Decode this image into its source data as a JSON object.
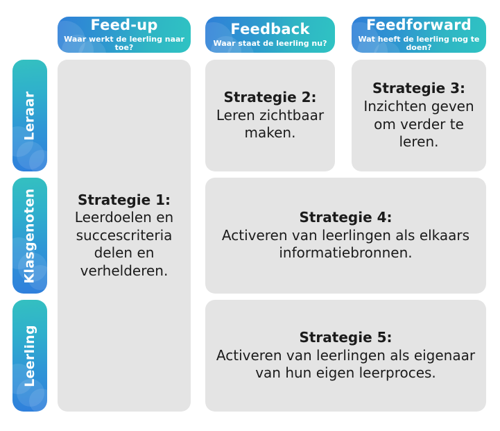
{
  "columns": [
    {
      "id": "feed-up",
      "title": "Feed-up",
      "subtitle": "Waar werkt de leerling naar toe?"
    },
    {
      "id": "feedback",
      "title": "Feedback",
      "subtitle": "Waar staat de leerling nu?"
    },
    {
      "id": "feedforward",
      "title": "Feedforward",
      "subtitle": "Wat heeft de leerling nog te doen?"
    }
  ],
  "rows": [
    {
      "id": "leraar",
      "label": "Leraar"
    },
    {
      "id": "klasgenoten",
      "label": "Klasgenoten"
    },
    {
      "id": "leerling",
      "label": "Leerling"
    }
  ],
  "cards": {
    "s1": {
      "heading": "Strategie 1:",
      "body": "Leerdoelen en succescriteria delen en verhelderen."
    },
    "s2": {
      "heading": "Strategie 2:",
      "body": "Leren zichtbaar maken."
    },
    "s3": {
      "heading": "Strategie 3:",
      "body": "Inzichten geven om verder te leren."
    },
    "s4": {
      "heading": "Strategie 4:",
      "body": "Activeren van leerlingen als elkaars informatiebronnen."
    },
    "s5": {
      "heading": "Strategie 5:",
      "body": "Activeren van leerlingen als eigenaar van hun eigen leerproces."
    }
  },
  "colors": {
    "header_gradient_start": "#2f7fd8",
    "header_gradient_end": "#2fc3c3",
    "row_gradient_start": "#34c0c0",
    "row_gradient_end": "#2f7fdc",
    "card_background": "#e4e4e4",
    "card_text": "#1b1b1b",
    "page_background": "#ffffff"
  }
}
